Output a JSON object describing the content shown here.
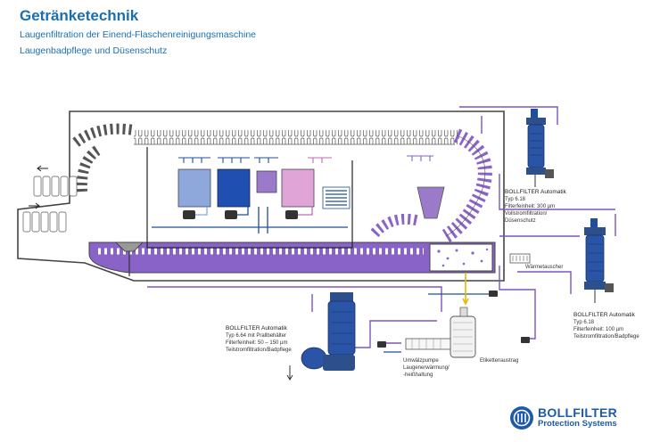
{
  "header": {
    "title": "Getränketechnik",
    "subtitle_1": "Laugenfiltration der Einend-Flaschenreinigungsmaschine",
    "subtitle_2": "Laugenbadpflege und Düsenschutz"
  },
  "colors": {
    "title_blue": "#1a6fb3",
    "pipe_purple": "#7b55c2",
    "lye_purple": "#8a63c9",
    "dark_blue": "#1f4f9a",
    "tank_light_blue": "#8fa8db",
    "tank_blue": "#1f4fb0",
    "tank_violet": "#9b7ac9",
    "tank_pink": "#e0a4d6",
    "yellow_line": "#e6b800"
  },
  "labels": {
    "filter_top": {
      "line1": "BOLLFILTER Automatik",
      "line2": "Typ 6.18",
      "line3": "Filterfeinheit: 300 µm",
      "line4": "Vollstromfiltration/",
      "line5": "Düsenschutz"
    },
    "heat_exchanger": "Wärmetauscher",
    "filter_right": {
      "line1": "BOLLFILTER Automatik",
      "line2": "Typ 6.18",
      "line3": "Filterfeinheit: 100 µm",
      "line4": "Teilstromfiltration/Badpflege"
    },
    "filter_left": {
      "line1": "BOLLFILTER Automatik",
      "line2": "Typ 6.64 mit Prallbehälter",
      "line3": "Filterfeinheit: 50 – 150 µm",
      "line4": "Teilstromfiltration/Badpflege"
    },
    "pump": {
      "line1": "Umwälzpumpe",
      "line2": "Laugenerwärmung/",
      "line3": "-heißhaltung"
    },
    "label_removal": "Etikettenaustrag"
  },
  "logo": {
    "name": "BOLLFILTER",
    "tagline": "Protection Systems"
  }
}
